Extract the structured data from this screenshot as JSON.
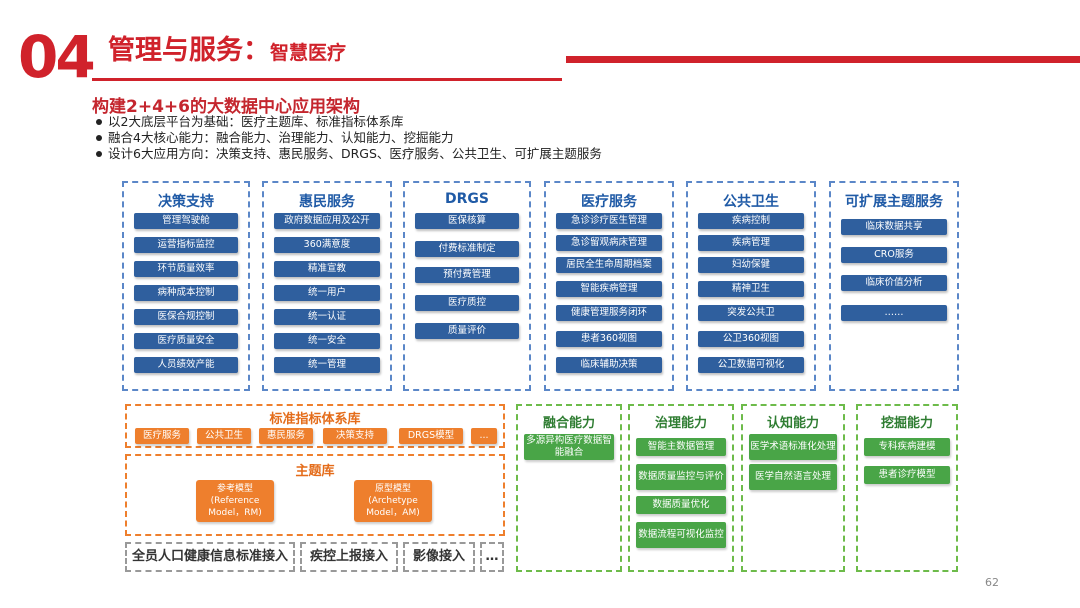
{
  "header": {
    "number": "04",
    "title": "管理与服务：",
    "subtitle": "智慧医疗"
  },
  "heading": "构建2+4+6的大数据中心应用架构",
  "bullets": [
    "以2大底层平台为基础：医疗主题库、标准指标体系库",
    "融合4大核心能力：融合能力、治理能力、认知能力、挖掘能力",
    "设计6大应用方向：决策支持、惠民服务、DRGS、医疗服务、公共卫生、可扩展主题服务"
  ],
  "app_columns": [
    {
      "title": "决策支持",
      "items": [
        "管理驾驶舱",
        "运营指标监控",
        "环节质量效率",
        "病种成本控制",
        "医保合规控制",
        "医疗质量安全",
        "人员绩效产能"
      ]
    },
    {
      "title": "惠民服务",
      "items": [
        "政府数据应用及公开",
        "360满意度",
        "精准宣教",
        "统一用户",
        "统一认证",
        "统一安全",
        "统一管理"
      ]
    },
    {
      "title": "DRGS",
      "items": [
        "医保核算",
        "付费标准制定",
        "预付费管理",
        "医疗质控",
        "质量评价"
      ]
    },
    {
      "title": "医疗服务",
      "items": [
        "急诊诊疗医生管理",
        "急诊留观病床管理",
        "居民全生命周期档案",
        "智能疾病管理",
        "健康管理服务闭环",
        "患者360视图",
        "临床辅助决策"
      ]
    },
    {
      "title": "公共卫生",
      "items": [
        "疾病控制",
        "疾病管理",
        "妇幼保健",
        "精神卫生",
        "突发公共卫",
        "公卫360视图",
        "公卫数据可视化"
      ]
    },
    {
      "title": "可扩展主题服务",
      "items": [
        "临床数据共享",
        "CRO服务",
        "临床价值分析",
        "……"
      ]
    }
  ],
  "indicator_lib": {
    "title": "标准指标体系库",
    "items": [
      "医疗服务",
      "公共卫生",
      "惠民服务",
      "决策支持",
      "DRGS模型",
      "..."
    ]
  },
  "theme_lib": {
    "title": "主题库",
    "models": [
      {
        "line1": "参考模型",
        "line2": "(Reference",
        "line3": "Model，RM)"
      },
      {
        "line1": "原型模型",
        "line2": "(Archetype",
        "line3": "Model，AM)"
      }
    ]
  },
  "access": [
    "全员人口健康信息标准接入",
    "疾控上报接入",
    "影像接入",
    "…"
  ],
  "capabilities": [
    {
      "title": "融合能力",
      "items": [
        "多源异构医疗数据智能融合"
      ]
    },
    {
      "title": "治理能力",
      "items": [
        "智能主数据管理",
        "数据质量监控与评价",
        "数据质量优化",
        "数据流程可视化监控"
      ]
    },
    {
      "title": "认知能力",
      "items": [
        "医学术语标准化处理",
        "医学自然语言处理"
      ]
    },
    {
      "title": "挖掘能力",
      "items": [
        "专科疾病建模",
        "患者诊疗模型"
      ]
    }
  ],
  "page_number": "62",
  "colors": {
    "accent_red": "#d0222b",
    "blue": "#2f5f9e",
    "orange": "#ee7f2d",
    "green": "#49a547"
  }
}
